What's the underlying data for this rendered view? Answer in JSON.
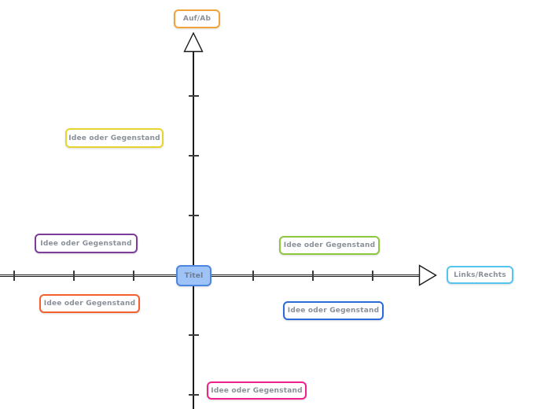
{
  "diagram": {
    "type": "coordinate-system-template",
    "axis_color": "#1a1a1a",
    "label_text_color": "#8a909a",
    "title_box": {
      "label": "Titel",
      "border_color": "#4d86e0",
      "fill_color": "#9ec3f7",
      "text_color": "#6e7b90"
    },
    "axis_labels": {
      "vertical_top": {
        "label": "Auf/Ab",
        "border_color": "#f2a33c"
      },
      "horizontal_right": {
        "label": "Links/Rechts",
        "border_color": "#54c5f0"
      }
    },
    "idea_boxes": [
      {
        "id": "yellow",
        "label": "Idee oder Gegenstand",
        "border_color": "#e6d430",
        "quadrant": "upper-left"
      },
      {
        "id": "purple",
        "label": "Idee oder Gegenstand",
        "border_color": "#7d3c98",
        "quadrant": "left-above-axis"
      },
      {
        "id": "orange",
        "label": "Idee oder Gegenstand",
        "border_color": "#f4612e",
        "quadrant": "left-below-axis"
      },
      {
        "id": "green",
        "label": "Idee oder Gegenstand",
        "border_color": "#8dc63f",
        "quadrant": "right-above-axis"
      },
      {
        "id": "blue",
        "label": "Idee oder Gegenstand",
        "border_color": "#2b6bd9",
        "quadrant": "right-below-axis"
      },
      {
        "id": "pink",
        "label": "Idee oder Gegenstand",
        "border_color": "#f0218c",
        "quadrant": "bottom-center"
      }
    ]
  }
}
